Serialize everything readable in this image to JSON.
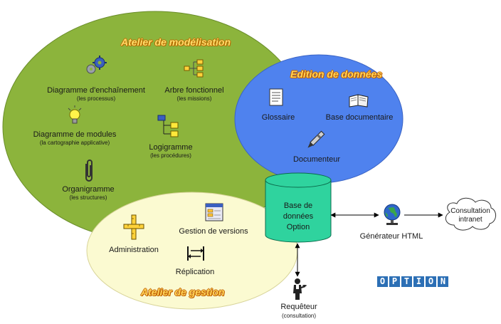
{
  "atelier_modelisation": {
    "title": "Atelier de modélisation",
    "items": [
      {
        "label": "Diagramme d'enchaînement",
        "sub": "(les processus)"
      },
      {
        "label": "Arbre fonctionnel",
        "sub": "(les missions)"
      },
      {
        "label": "Diagramme de modules",
        "sub": "(la cartographie applicative)"
      },
      {
        "label": "Logigramme",
        "sub": "(les procédures)"
      },
      {
        "label": "Organigramme",
        "sub": "(les structures)"
      }
    ]
  },
  "edition_donnees": {
    "title": "Edition de données",
    "items": [
      {
        "label": "Glossaire"
      },
      {
        "label": "Base documentaire"
      },
      {
        "label": "Documenteur"
      }
    ]
  },
  "atelier_gestion": {
    "title": "Atelier de gestion",
    "items": [
      {
        "label": "Gestion de versions"
      },
      {
        "label": "Administration"
      },
      {
        "label": "Réplication"
      }
    ]
  },
  "database": {
    "line1": "Base de",
    "line2": "données",
    "line3": "Option"
  },
  "generateur": {
    "label": "Générateur HTML"
  },
  "consultation": {
    "line1": "Consultation",
    "line2": "intranet"
  },
  "requeteur": {
    "label": "Requêteur",
    "sub": "(consultation)"
  },
  "logo": {
    "letters": [
      "O",
      "P",
      "T",
      "I",
      "O",
      "N"
    ]
  },
  "colors": {
    "green_ellipse": "#8cb43c",
    "blue_ellipse": "#4f82ee",
    "yellow_ellipse": "#fbfad1",
    "cylinder": "#2fd39e",
    "logo": "#2c6fb5"
  }
}
